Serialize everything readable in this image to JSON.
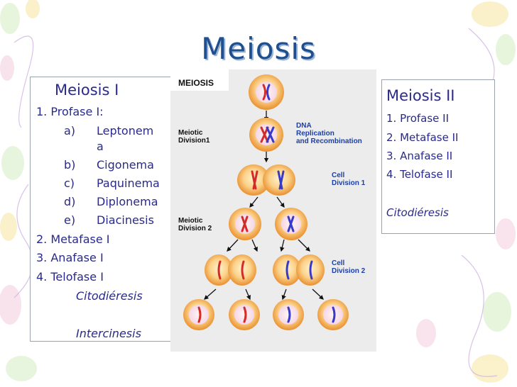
{
  "title": "Meiosis",
  "left_box": {
    "heading": "Meiosis I",
    "item1": "1. Profase I:",
    "sub": [
      {
        "mark": "a)",
        "text1": "Leptonem",
        "text2": "a"
      },
      {
        "mark": "b)",
        "text1": "Cigonema",
        "text2": ""
      },
      {
        "mark": "c)",
        "text1": "Paquinema",
        "text2": ""
      },
      {
        "mark": "d)",
        "text1": "Diplonema",
        "text2": ""
      },
      {
        "mark": "e)",
        "text1": "Diacinesis",
        "text2": ""
      }
    ],
    "item2": "2. Metafase I",
    "item3": "3. Anafase I",
    "item4": "4. Telofase I",
    "ital1": "Citodiéresis",
    "ital2": "Intercinesis"
  },
  "right_box": {
    "heading": "Meiosis II",
    "items": [
      "1. Profase II",
      "2. Metafase II",
      "3. Anafase II",
      "4. Telofase II"
    ],
    "ital": "Citodiéresis"
  },
  "diagram": {
    "header": "MEIOSIS",
    "meiotic1": [
      "Meiotic",
      "Division1"
    ],
    "dna": [
      "DNA",
      "Replication",
      "and Recombination"
    ],
    "cell1": [
      "Cell",
      "Division 1"
    ],
    "meiotic2": [
      "Meiotic",
      "Division 2"
    ],
    "cell2": [
      "Cell",
      "Division 2"
    ]
  },
  "colors": {
    "title": "#1f4f8f",
    "text": "#2a2a8a",
    "cell_fill": "#f7b25a",
    "chromosome_red": "#d42a2a",
    "chromosome_blue": "#3a3ac8",
    "label_blue": "#1a3fa8"
  }
}
